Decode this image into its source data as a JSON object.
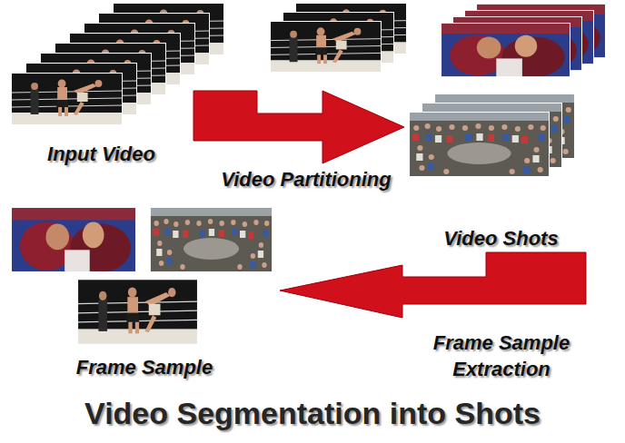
{
  "diagram": {
    "title": "Video Segmentation into Shots",
    "nodes": [
      {
        "text": [
          "Input Video"
        ]
      },
      {
        "text": [
          "Video Shots"
        ]
      },
      {
        "text": [
          "Frame Sample"
        ]
      }
    ],
    "edges": [
      {
        "from": 0,
        "to": 1,
        "arrow": "to",
        "label": "Video Partitioning"
      },
      {
        "from": 1,
        "to": 2,
        "arrow": "to",
        "label": "Frame Sample Extraction"
      }
    ]
  }
}
